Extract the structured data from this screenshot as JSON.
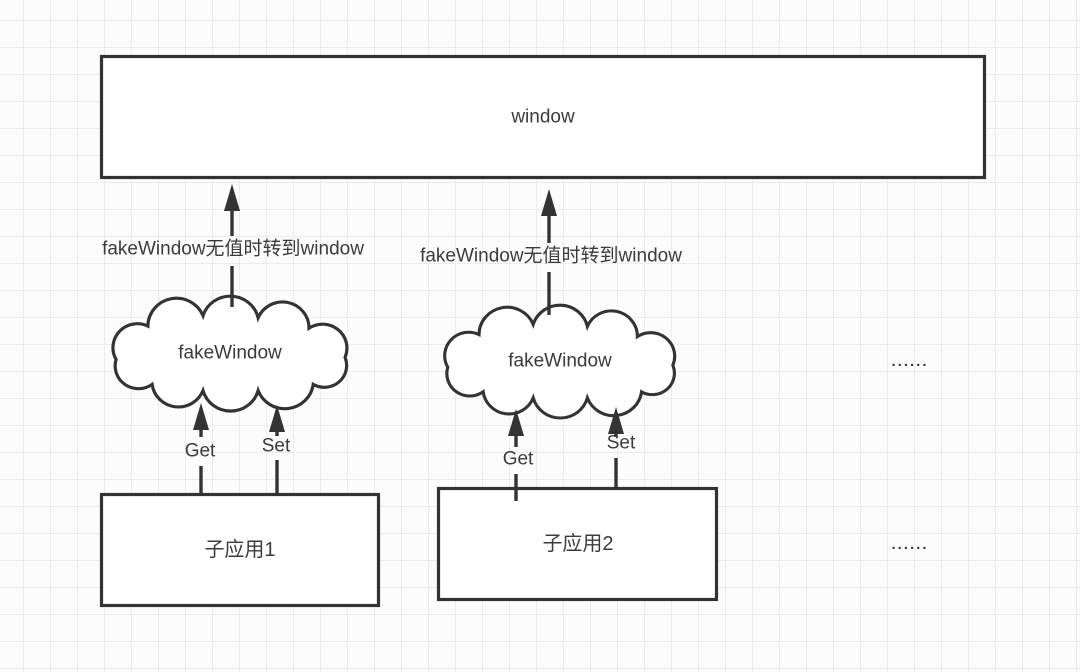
{
  "colors": {
    "background": "#fcfcfc",
    "grid-line": "#ececec",
    "stroke": "#333333",
    "text": "#3b3b3b"
  },
  "diagram": {
    "global_window": {
      "label": "window"
    },
    "fallback_notes": [
      "fakeWindow无值时转到window",
      "fakeWindow无值时转到window"
    ],
    "clouds": [
      {
        "label": "fakeWindow"
      },
      {
        "label": "fakeWindow"
      }
    ],
    "apps": [
      {
        "label": "子应用1",
        "get_label": "Get",
        "set_label": "Set"
      },
      {
        "label": "子应用2",
        "get_label": "Get",
        "set_label": "Set"
      }
    ],
    "ellipsis": {
      "clouds_row": "......",
      "apps_row": "......"
    }
  }
}
